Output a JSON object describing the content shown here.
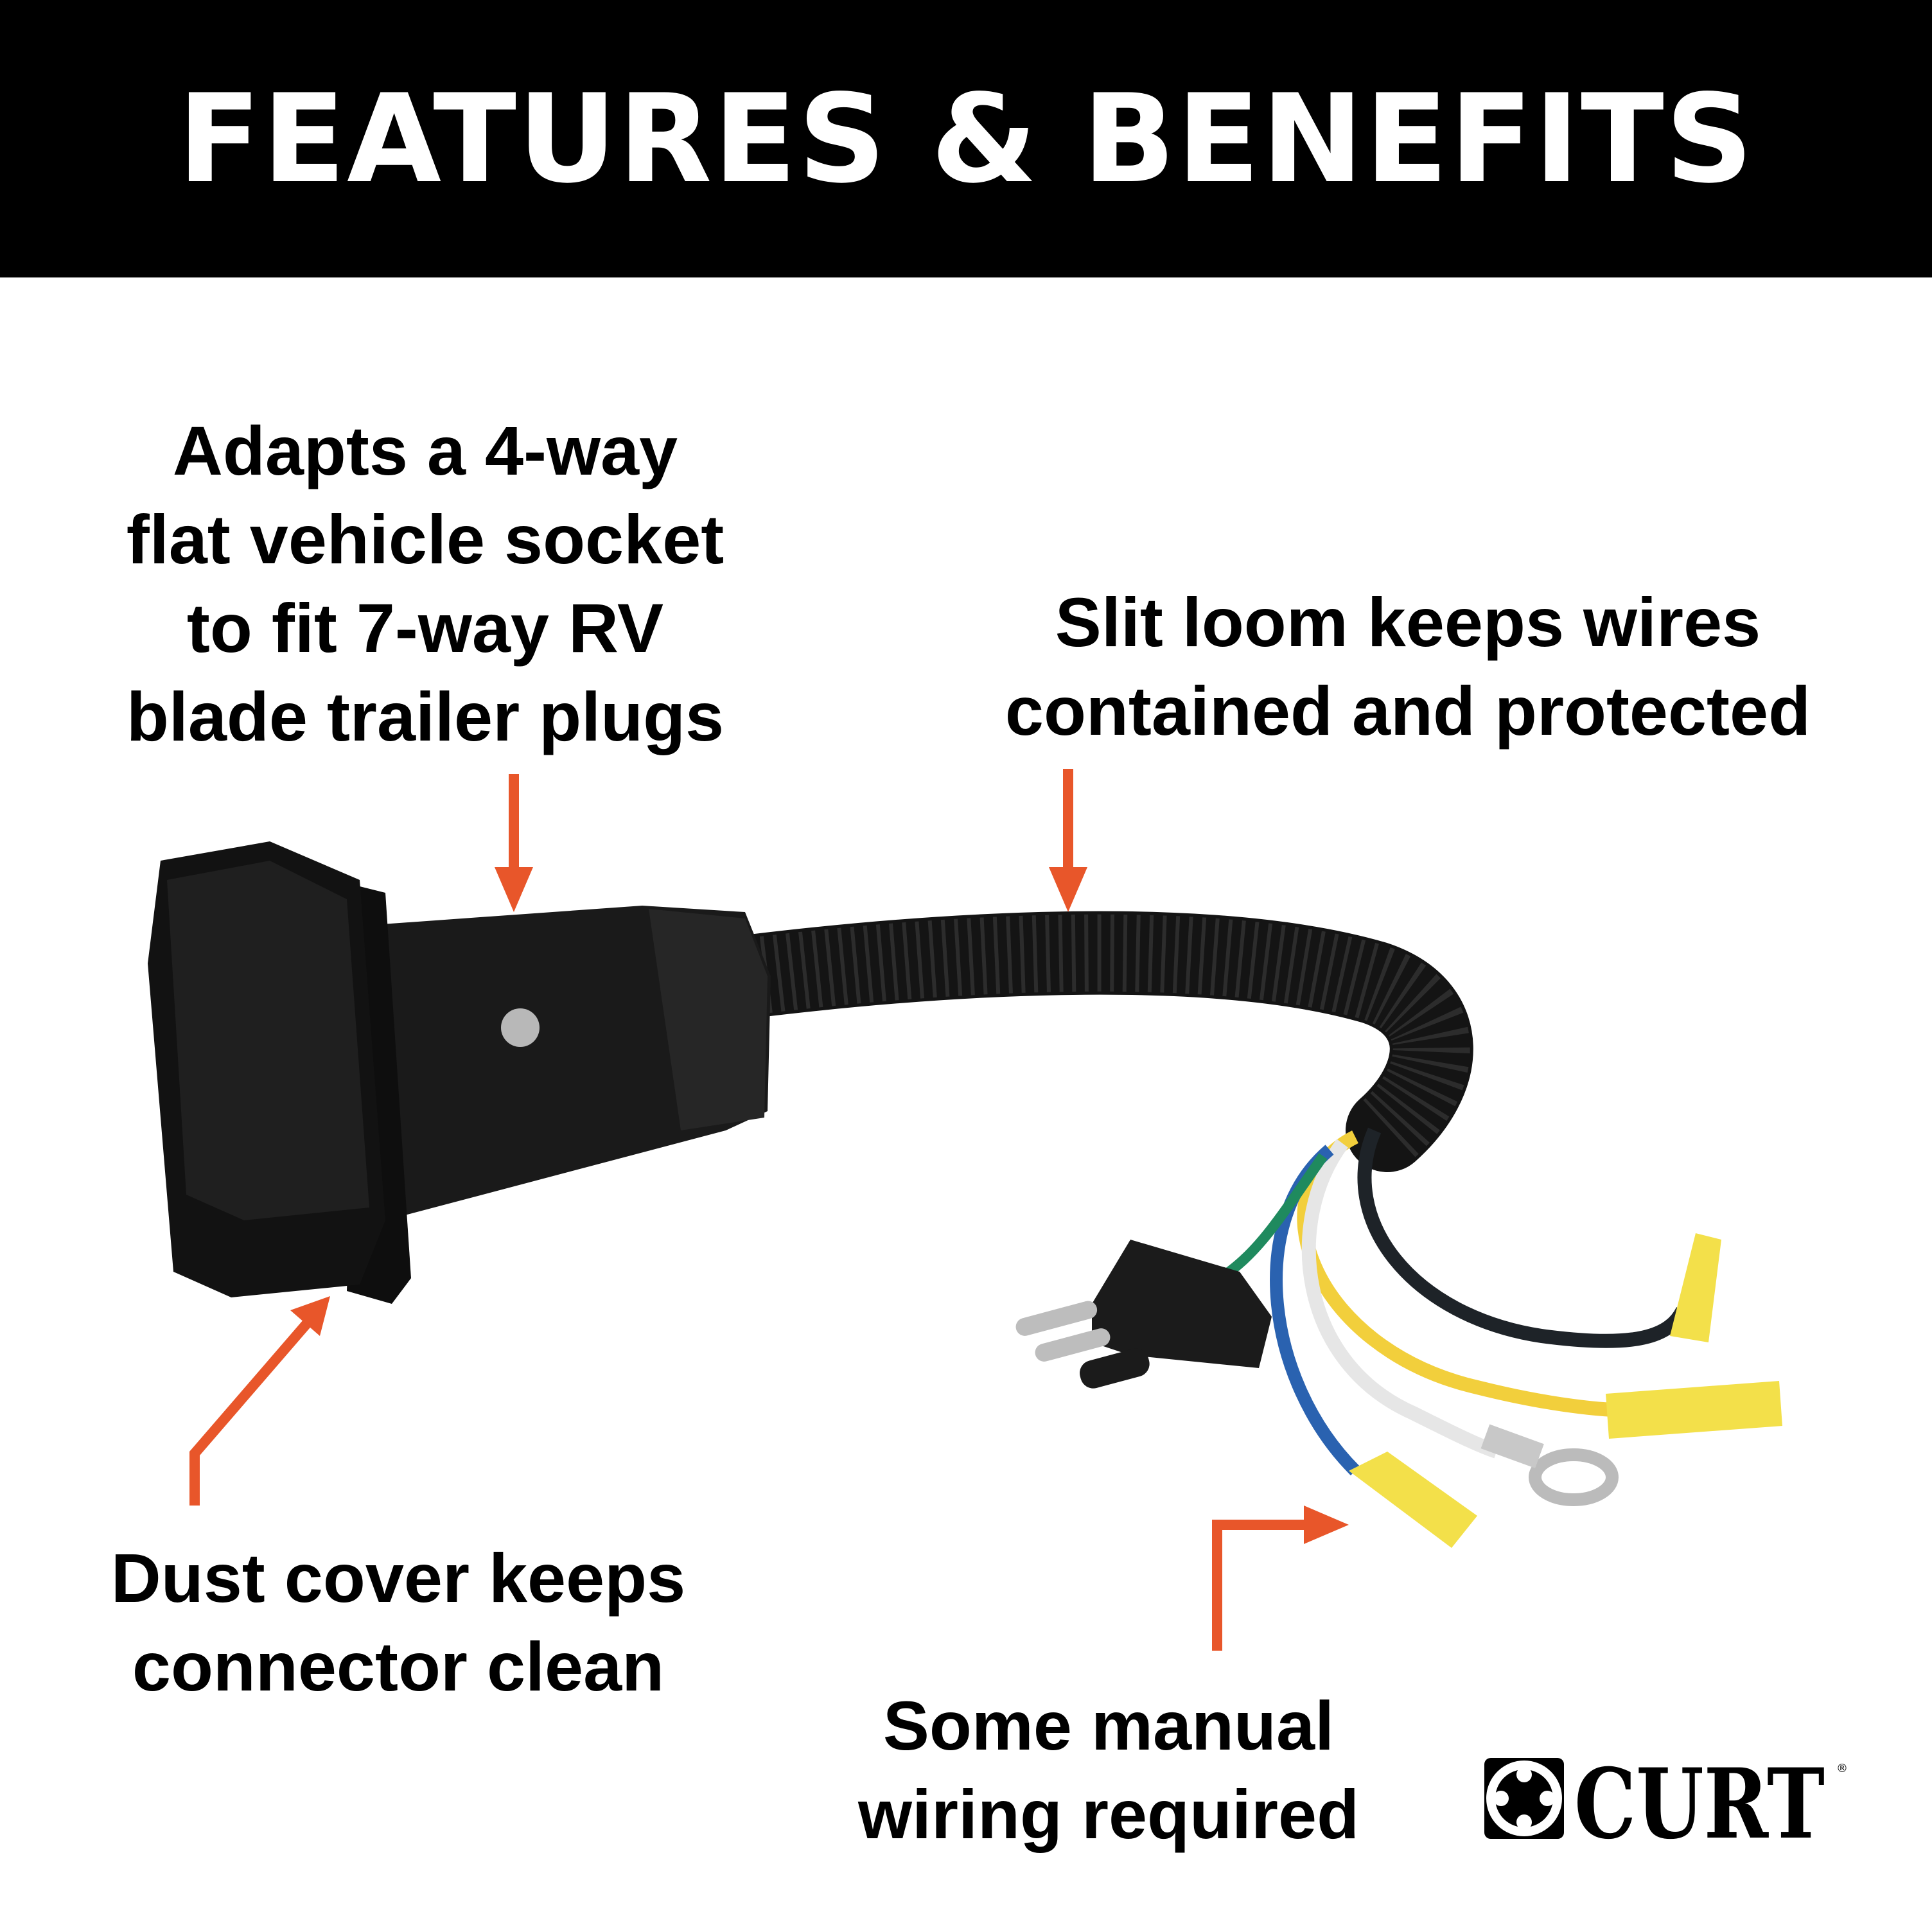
{
  "header": {
    "title": "FEATURES & BENEFITS"
  },
  "callouts": {
    "adapts": [
      "Adapts a 4-way",
      "flat vehicle socket",
      "to fit 7-way RV",
      "blade trailer plugs"
    ],
    "loom": [
      "Slit loom keeps wires",
      "contained and protected"
    ],
    "dust": [
      "Dust cover keeps",
      "connector clean"
    ],
    "wiring": [
      "Some manual",
      "wiring required"
    ]
  },
  "brand": {
    "logo_text": "CURT",
    "mark": "®"
  },
  "colors": {
    "accent": "#e8562a",
    "header_bg": "#000000",
    "text": "#000000"
  },
  "wire_colors": {
    "black": "#1e2328",
    "yellow": "#f2cf3c",
    "white": "#e6e6e6",
    "blue": "#2a62b0",
    "green": "#1f8a5e",
    "terminal": "#f3e04a"
  }
}
